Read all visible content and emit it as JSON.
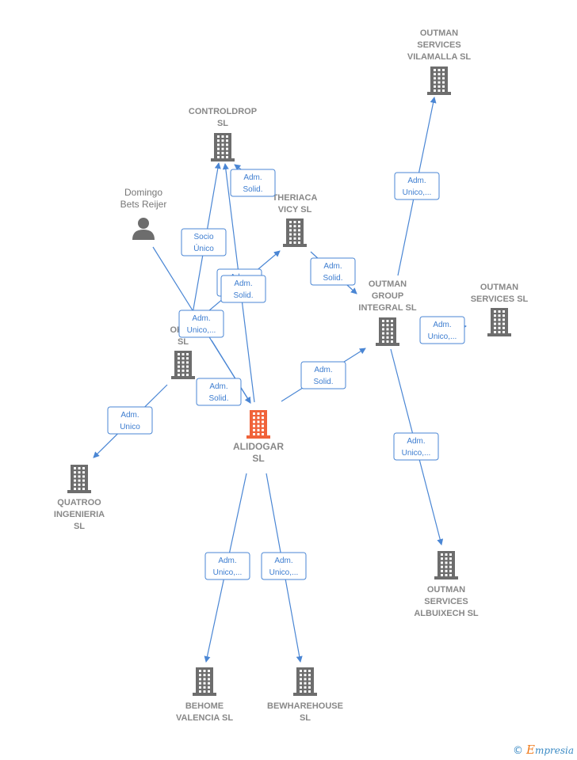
{
  "nodes": [
    {
      "id": "alidogar",
      "kind": "company",
      "focus": true,
      "lines": [
        "ALIDOGAR",
        "SL"
      ]
    },
    {
      "id": "controldrop",
      "kind": "company",
      "lines": [
        "CONTROLDROP",
        "SL"
      ]
    },
    {
      "id": "domingo",
      "kind": "person",
      "lines": [
        "Domingo",
        "Bets Reijer"
      ]
    },
    {
      "id": "theriaca",
      "kind": "company",
      "lines": [
        "THERIACA",
        "VICY  SL"
      ]
    },
    {
      "id": "okoa",
      "kind": "company",
      "lines": [
        "OKOA",
        "SL"
      ]
    },
    {
      "id": "quatroo",
      "kind": "company",
      "lines": [
        "QUATROO",
        "INGENIERIA",
        "SL"
      ]
    },
    {
      "id": "outman_group",
      "kind": "company",
      "lines": [
        "OUTMAN",
        "GROUP",
        "INTEGRAL  SL"
      ]
    },
    {
      "id": "outman_vilamalla",
      "kind": "company",
      "lines": [
        "OUTMAN",
        "SERVICES",
        "VILAMALLA  SL"
      ]
    },
    {
      "id": "outman_services",
      "kind": "company",
      "lines": [
        "OUTMAN",
        "SERVICES  SL"
      ]
    },
    {
      "id": "outman_albuixech",
      "kind": "company",
      "lines": [
        "OUTMAN",
        "SERVICES",
        "ALBUIXECH  SL"
      ]
    },
    {
      "id": "behome",
      "kind": "company",
      "lines": [
        "BEHOME",
        "VALENCIA  SL"
      ]
    },
    {
      "id": "bewharehouse",
      "kind": "company",
      "lines": [
        "BEWHAREHOUSE",
        "SL"
      ]
    }
  ],
  "edges": [
    {
      "id": "e1",
      "from": "domingo",
      "to": "alidogar",
      "label": [
        "Adm.",
        "Solid."
      ]
    },
    {
      "id": "e2",
      "from": "okoa",
      "to": "controldrop",
      "label": [
        "Socio",
        "Único"
      ]
    },
    {
      "id": "e3",
      "from": "alidogar",
      "to": "controldrop",
      "label": [
        "Adm.",
        "Solid."
      ]
    },
    {
      "id": "e4",
      "from": "theriaca",
      "to": "controldrop",
      "label": [
        "Adm.",
        "Solid."
      ]
    },
    {
      "id": "e5",
      "from": "okoa",
      "to": "theriaca",
      "label": [
        "Adm.",
        "Solid."
      ]
    },
    {
      "id": "e6",
      "from": "theriaca",
      "to": "outman_group",
      "label": [
        "Adm.",
        "Solid."
      ]
    },
    {
      "id": "e7",
      "from": "alidogar",
      "to": "outman_group",
      "label": [
        "Adm.",
        "Solid."
      ]
    },
    {
      "id": "e8",
      "from": "okoa",
      "to": "quatroo",
      "label": [
        "Adm.",
        "Unico"
      ]
    },
    {
      "id": "e9",
      "from": "okoa",
      "to": "alidogar",
      "label": [
        "Adm.",
        "Unico,..."
      ]
    },
    {
      "id": "e10",
      "from": "outman_group",
      "to": "outman_vilamalla",
      "label": [
        "Adm.",
        "Unico,..."
      ]
    },
    {
      "id": "e11",
      "from": "outman_group",
      "to": "outman_services",
      "label": [
        "Adm.",
        "Unico,..."
      ]
    },
    {
      "id": "e12",
      "from": "outman_group",
      "to": "outman_albuixech",
      "label": [
        "Adm.",
        "Unico,..."
      ]
    },
    {
      "id": "e13",
      "from": "alidogar",
      "to": "behome",
      "label": [
        "Adm.",
        "Unico,..."
      ]
    },
    {
      "id": "e14",
      "from": "alidogar",
      "to": "bewharehouse",
      "label": [
        "Adm.",
        "Unico,..."
      ]
    }
  ],
  "colors": {
    "focus": "#f0633a",
    "company": "#6d6d6d",
    "edge": "#4a86d4",
    "label": "#888888"
  },
  "brand": {
    "symbol": "©",
    "e": "E",
    "rest": "mpresia"
  }
}
